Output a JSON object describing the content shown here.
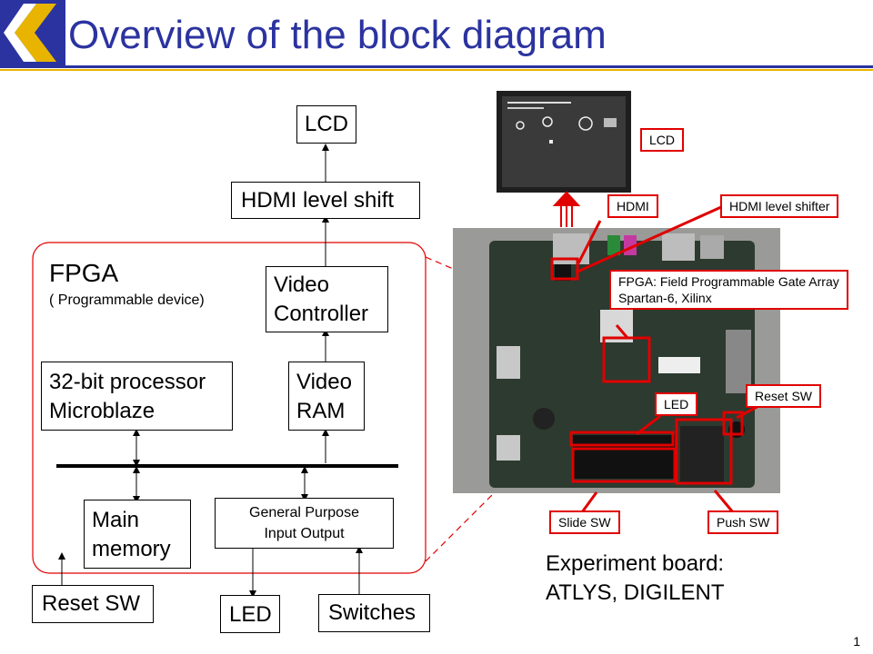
{
  "slide": {
    "title": "Overview of the block diagram",
    "page_number": "1"
  },
  "diagram": {
    "lcd": "LCD",
    "hdmi_level_shift": "HDMI level shift",
    "fpga_title": "FPGA",
    "fpga_subtitle": "( Programmable device)",
    "video_controller": [
      "Video",
      "Controller"
    ],
    "processor": [
      "32-bit processor",
      "Microblaze"
    ],
    "video_ram": [
      "Video",
      "RAM"
    ],
    "main_memory": [
      "Main",
      "memory"
    ],
    "gpio": [
      "General Purpose",
      "Input Output"
    ],
    "reset_sw": "Reset SW",
    "led": "LED",
    "switches": "Switches"
  },
  "photo_labels": {
    "lcd": "LCD",
    "hdmi": "HDMI",
    "hdmi_level_shifter": "HDMI level shifter",
    "fpga": [
      "FPGA: Field Programmable Gate Array",
      "Spartan-6, Xilinx"
    ],
    "led": "LED",
    "reset_sw": "Reset SW",
    "slide_sw": "Slide SW",
    "push_sw": "Push SW"
  },
  "board_caption": [
    "Experiment board:",
    "ATLYS, DIGILENT"
  ],
  "colors": {
    "title": "#2b33a0",
    "accent_gold": "#e8b400",
    "highlight_red": "#e00000"
  }
}
